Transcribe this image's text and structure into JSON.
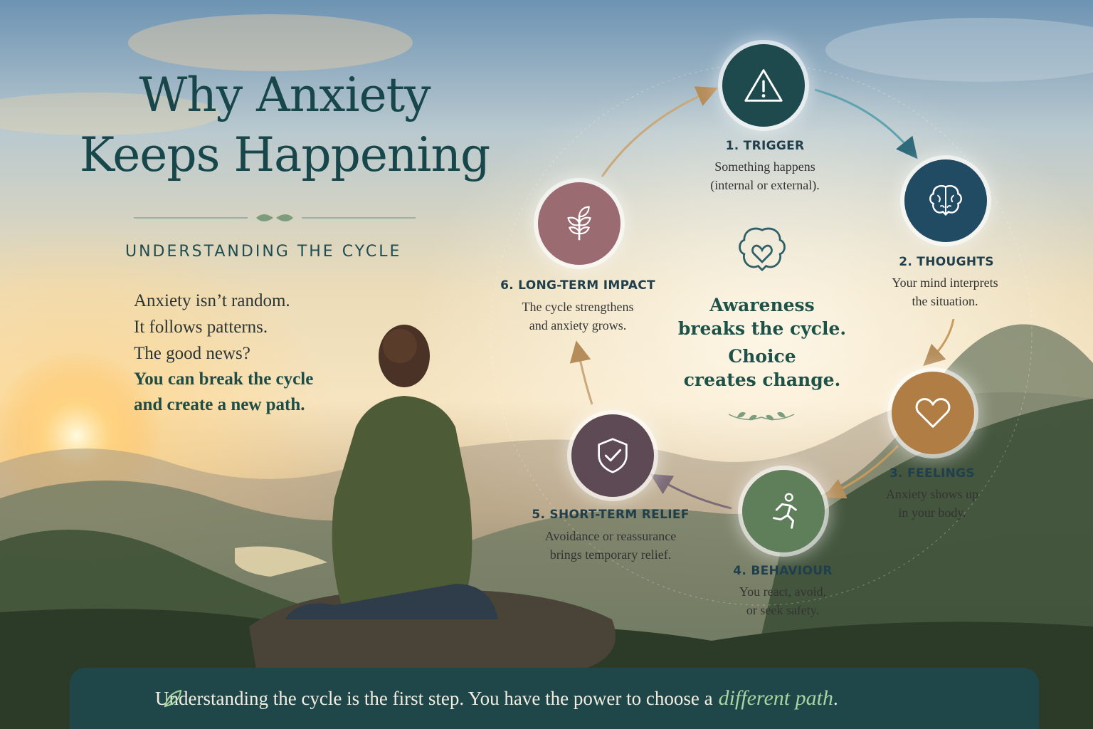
{
  "title": {
    "line1": "Why Anxiety",
    "line2": "Keeps Happening"
  },
  "subtitle": "UNDERSTANDING THE CYCLE",
  "intro": {
    "line1": "Anxiety isn’t random.",
    "line2": "It follows patterns.",
    "line3": "The good news?",
    "emphasis1": "You can break the cycle",
    "emphasis2": "and create a new path."
  },
  "steps": [
    {
      "title": "1. TRIGGER",
      "desc1": "Something happens",
      "desc2": "(internal or external).",
      "icon": "warning-icon",
      "color": "#1f4a4d"
    },
    {
      "title": "2. THOUGHTS",
      "desc1": "Your mind interprets",
      "desc2": "the situation.",
      "icon": "brain-icon",
      "color": "#214a63"
    },
    {
      "title": "3. FEELINGS",
      "desc1": "Anxiety shows up",
      "desc2": "in your body.",
      "icon": "heart-icon",
      "color": "#b07e45"
    },
    {
      "title": "4. BEHAVIOUR",
      "desc1": "You react, avoid,",
      "desc2": "or seek safety.",
      "icon": "running-person-icon",
      "color": "#5f7e5a"
    },
    {
      "title": "5. SHORT-TERM RELIEF",
      "desc1": "Avoidance or reassurance",
      "desc2": "brings temporary relief.",
      "icon": "shield-check-icon",
      "color": "#5e4a55"
    },
    {
      "title": "6. LONG-TERM IMPACT",
      "desc1": "The cycle strengthens",
      "desc2": "and anxiety grows.",
      "icon": "sprout-icon",
      "color": "#9b6b72"
    }
  ],
  "center": {
    "icon": "brain-heart-icon",
    "line1": "Awareness",
    "line2": "breaks the cycle.",
    "line3": "Choice",
    "line4": "creates change."
  },
  "footer": {
    "text": "Understanding the cycle is the first step. You have the power to choose a",
    "highlight": "different path",
    "end": "."
  }
}
